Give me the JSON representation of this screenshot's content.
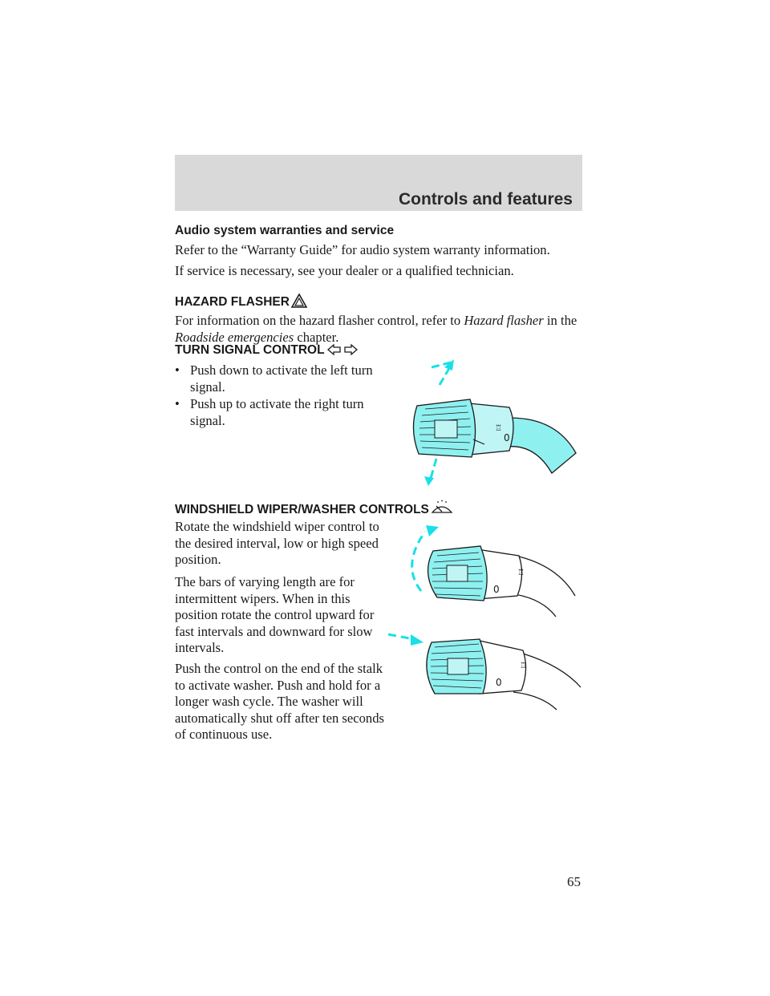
{
  "header": {
    "title": "Controls and features"
  },
  "audio": {
    "heading": "Audio system warranties and service",
    "p1": "Refer to the “Warranty Guide” for audio system warranty information.",
    "p2": "If service is necessary, see your dealer or a qualified technician."
  },
  "hazard": {
    "heading": "HAZARD FLASHER",
    "p_lead": "For information on the hazard flasher control, refer to ",
    "p_italic1": "Hazard flasher",
    "p_mid": " in the ",
    "p_italic2": "Roadside emergencies",
    "p_end": " chapter.",
    "icon": "hazard-triangle-icon"
  },
  "turn_signal": {
    "heading": "TURN SIGNAL CONTROL",
    "icon": "turn-arrows-icon",
    "bullets": [
      "Push down to activate the left turn signal.",
      "Push up to activate the right turn signal."
    ]
  },
  "wiper": {
    "heading": "WINDSHIELD WIPER/WASHER CONTROLS",
    "icon": "windshield-wiper-icon",
    "p1": "Rotate the windshield wiper control to the desired interval, low or high speed position.",
    "p2": "The bars of varying length are for intermittent wipers. When in this position rotate the control upward for fast intervals and downward for slow intervals.",
    "p3": "Push the control on the end of the stalk to activate washer. Push and hold for a longer wash cycle. The washer will automatically shut off after ten seconds of continuous use."
  },
  "footer": {
    "page_number": "65"
  },
  "colors": {
    "header_band": "#d9d9d9",
    "illustration_cyan": "#8ff0f0",
    "arrow_cyan": "#19e0e8"
  }
}
